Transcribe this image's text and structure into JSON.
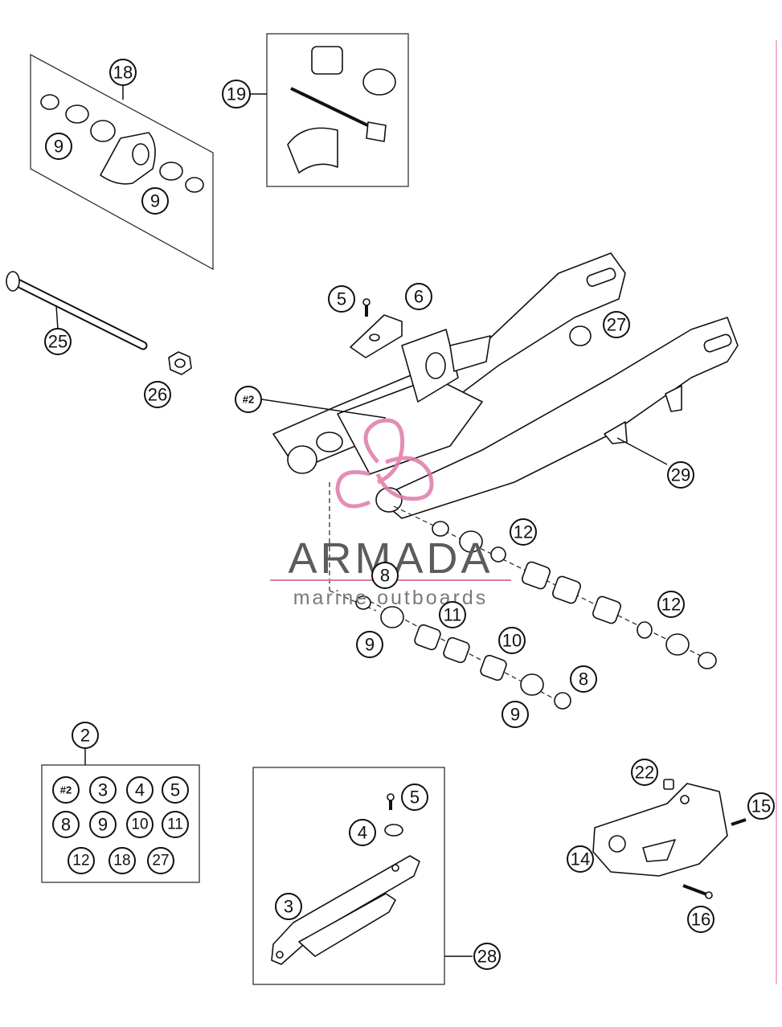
{
  "watermark": {
    "title": "ARMADA",
    "subtitle": "marine outboards",
    "accent_color": "#e07aa8"
  },
  "callouts": {
    "c18": "18",
    "c19": "19",
    "c9a": "9",
    "c9b": "9",
    "c25": "25",
    "c26": "26",
    "c5a": "5",
    "c6": "6",
    "c27": "27",
    "c2hash": "#2",
    "c29": "29",
    "c12a": "12",
    "c8a": "8",
    "c12b": "12",
    "c11": "11",
    "c9c": "9",
    "c10": "10",
    "c8b": "8",
    "c9d": "9",
    "c2": "2",
    "c5b": "5",
    "c4": "4",
    "c3": "3",
    "c28": "28",
    "c22": "22",
    "c15": "15",
    "c14": "14",
    "c16": "16"
  },
  "kit_2_contents": [
    "#2",
    "3",
    "4",
    "5",
    "8",
    "9",
    "10",
    "11",
    "12",
    "18",
    "27"
  ]
}
